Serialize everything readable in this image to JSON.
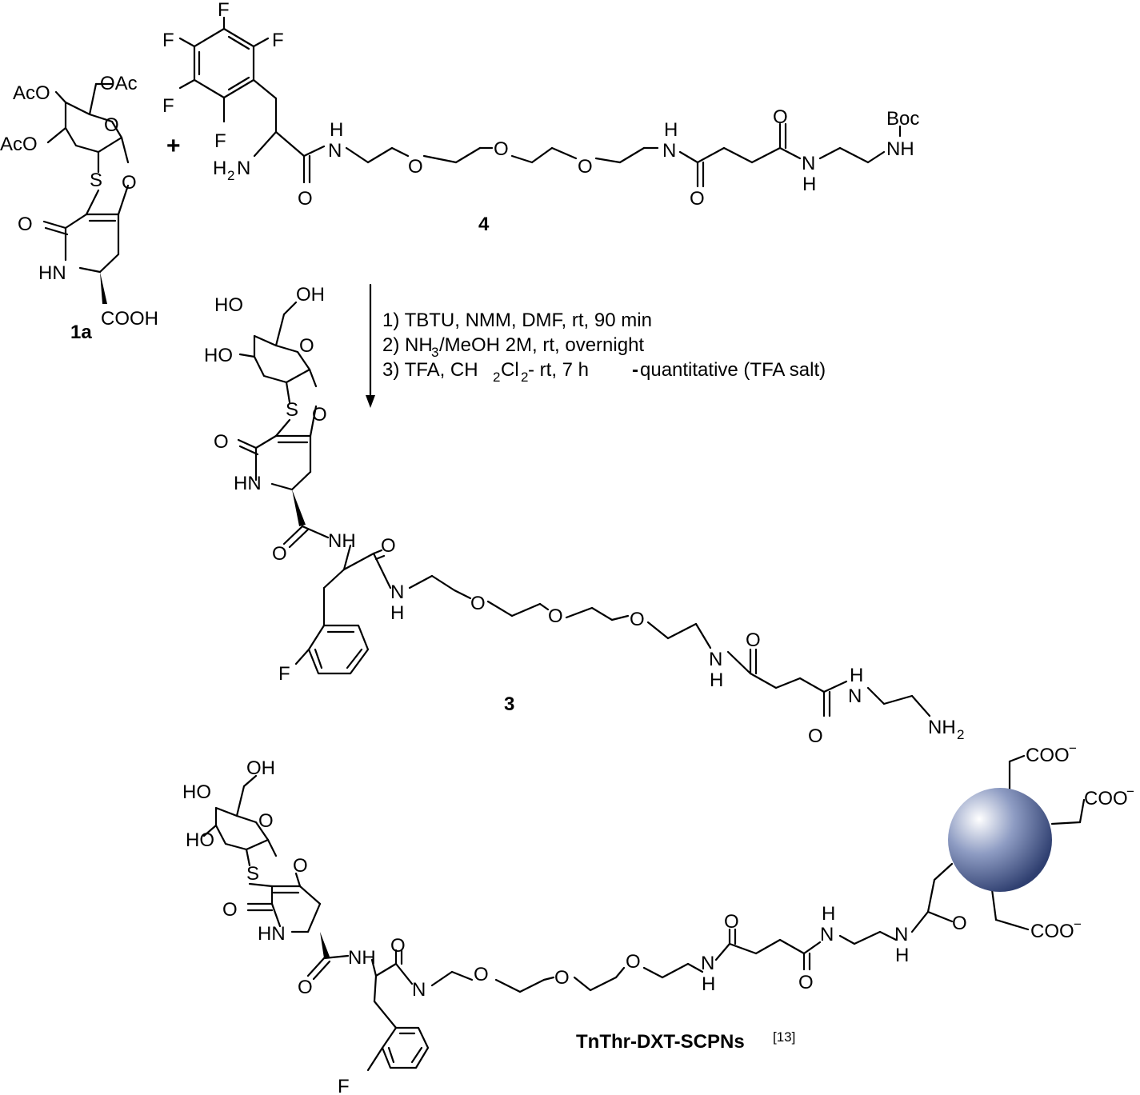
{
  "compounds": {
    "c1a": {
      "label": "1a"
    },
    "c4": {
      "label": "4"
    },
    "c3": {
      "label": "3"
    },
    "final": {
      "label": "TnThr-DXT-SCPNs",
      "ref": "[13]"
    }
  },
  "atoms": {
    "F": "F",
    "O": "O",
    "S": "S",
    "N": "N",
    "H": "H",
    "NH": "NH",
    "HN": "HN",
    "AcO": "AcO",
    "OAc": "OAc",
    "HO": "HO",
    "OH": "OH",
    "COOH": "COOH",
    "Boc": "Boc",
    "H2N_H": "H",
    "H2N_sub": "2",
    "H2N_N": "N",
    "NH2_main": "NH",
    "NH2_sub": "2",
    "COO": "COO",
    "minus": "−"
  },
  "plus": "+",
  "conditions": {
    "step1": "1)  TBTU, NMM, DMF, rt, 90 min",
    "step2_a": "2) NH",
    "step2_sub": "3",
    "step2_b": "/MeOH 2M, rt, overnight",
    "step3_a": "3)  TFA, CH",
    "step3_sub1": "2",
    "step3_b": "Cl",
    "step3_sub2": "2",
    "step3_c": " - rt, 7 h ",
    "step3_dash": "-",
    "step3_d": " quantitative (TFA salt)"
  },
  "colors": {
    "nanoparticle_light": "#ffffff",
    "nanoparticle_mid": "#8e9cc3",
    "nanoparticle_dark": "#2f3f70"
  }
}
